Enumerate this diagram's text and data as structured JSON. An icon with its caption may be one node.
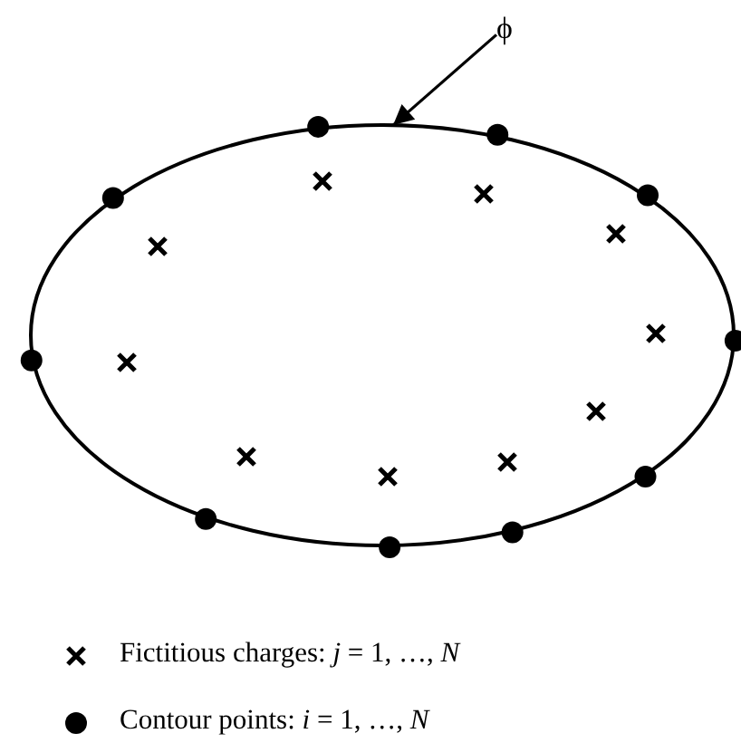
{
  "diagram": {
    "nodes": [
      {
        "text": [
          "ϕ"
        ]
      },
      {
        "text": [],
        "shape": "ellipse"
      }
    ],
    "edges": [
      {
        "from": 0,
        "to": 1,
        "arrow": "to"
      }
    ],
    "legend": [
      {
        "text": "Fictitious charges: *j* = 1, …, *N*"
      },
      {
        "text": "Contour points: *i* = 1, …, *N*"
      }
    ]
  }
}
